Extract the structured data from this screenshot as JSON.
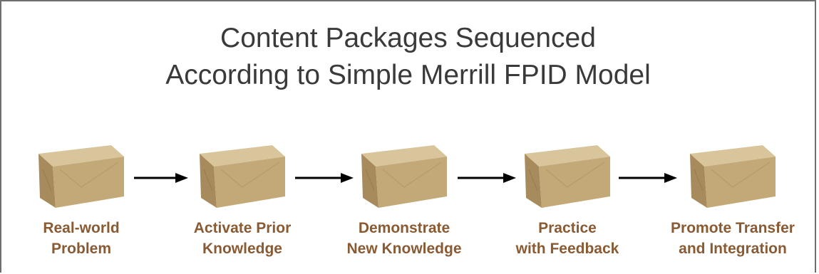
{
  "title": {
    "line1": "Content Packages Sequenced",
    "line2": "According to Simple Merrill FPID Model"
  },
  "colors": {
    "title": "#3a3a3a",
    "label": "#8a5a33",
    "box_top": "#d9c59b",
    "box_front": "#c4a978",
    "box_side": "#a88b5c",
    "arrow": "#000000"
  },
  "stages": [
    {
      "line1": "Real-world",
      "line2": "Problem",
      "icon": "package-icon"
    },
    {
      "line1": "Activate Prior",
      "line2": "Knowledge",
      "icon": "package-icon"
    },
    {
      "line1": "Demonstrate",
      "line2": "New Knowledge",
      "icon": "package-icon"
    },
    {
      "line1": "Practice",
      "line2": "with Feedback",
      "icon": "package-icon"
    },
    {
      "line1": "Promote Transfer",
      "line2": "and Integration",
      "icon": "package-icon"
    }
  ]
}
